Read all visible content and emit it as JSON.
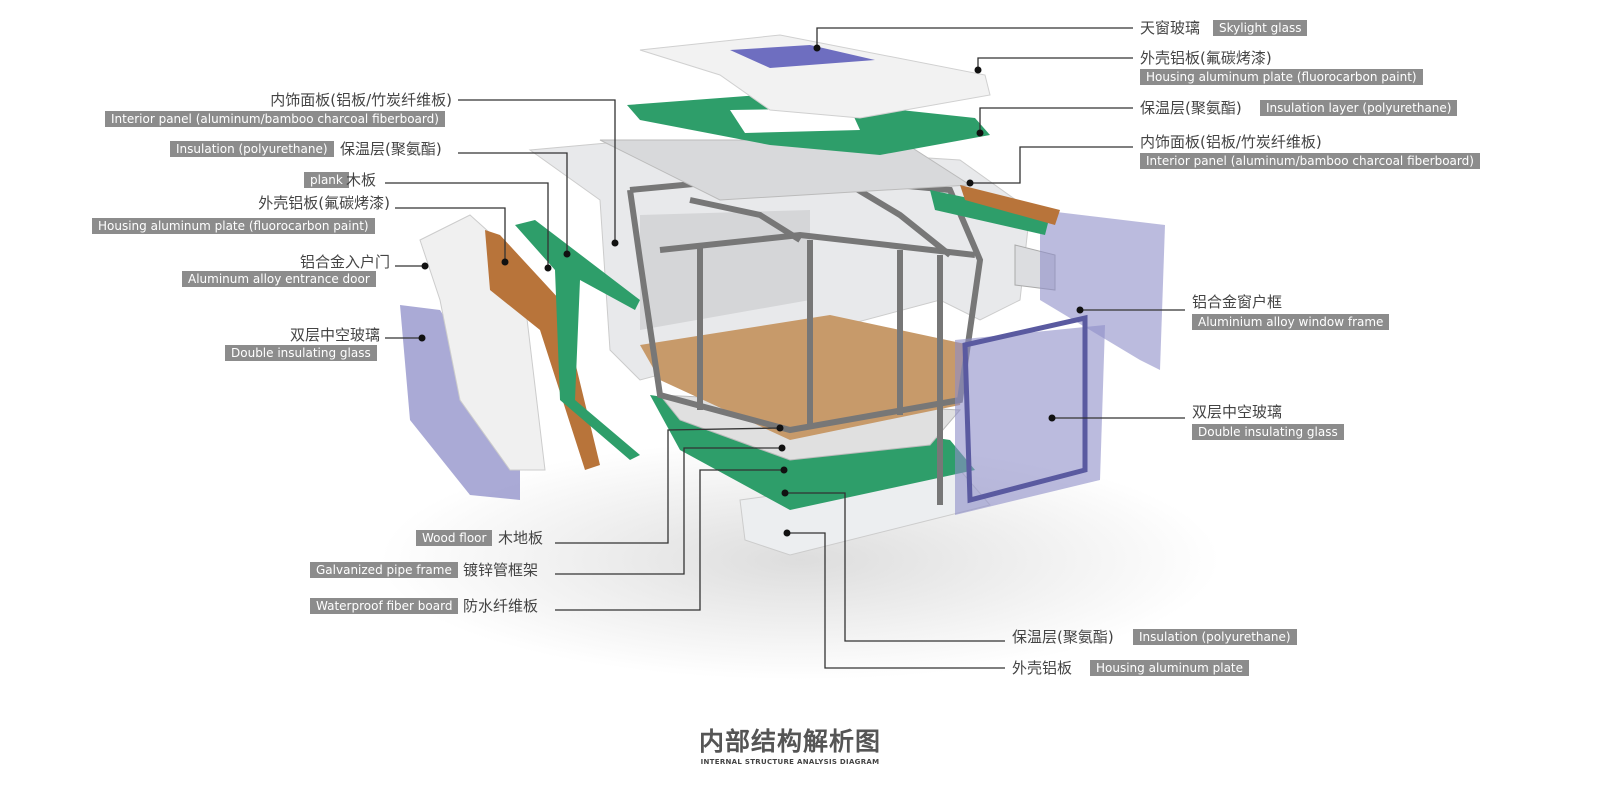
{
  "colors": {
    "tag": "#8c8c8c",
    "green": "#2e9e6a",
    "glass": "#8c8cc4",
    "wood": "#c79a6a",
    "orange": "#b8743a"
  },
  "right": [
    {
      "cn": "天窗玻璃",
      "en": "Skylight glass"
    },
    {
      "cn": "外壳铝板(氟碳烤漆)",
      "en": "Housing aluminum plate (fluorocarbon paint)"
    },
    {
      "cn": "保温层(聚氨酯)",
      "en": "Insulation layer (polyurethane)"
    },
    {
      "cn": "内饰面板(铝板/竹炭纤维板)",
      "en": "Interior panel (aluminum/bamboo charcoal fiberboard)"
    },
    {
      "cn": "铝合金窗户框",
      "en": "Aluminium alloy window frame"
    },
    {
      "cn": "双层中空玻璃",
      "en": "Double insulating glass"
    },
    {
      "cn": "保温层(聚氨酯)",
      "en": "Insulation (polyurethane)"
    },
    {
      "cn": "外壳铝板",
      "en": "Housing aluminum plate"
    }
  ],
  "left": [
    {
      "cn": "内饰面板(铝板/竹炭纤维板)",
      "en": "Interior panel (aluminum/bamboo charcoal fiberboard)"
    },
    {
      "cn": "保温层(聚氨酯)",
      "en": "Insulation (polyurethane)"
    },
    {
      "cn": "木板",
      "en": "plank"
    },
    {
      "cn": "外壳铝板(氟碳烤漆)",
      "en": "Housing aluminum plate (fluorocarbon paint)"
    },
    {
      "cn": "铝合金入户门",
      "en": "Aluminum alloy entrance door"
    },
    {
      "cn": "双层中空玻璃",
      "en": "Double insulating glass"
    },
    {
      "cn": "木地板",
      "en": "Wood floor"
    },
    {
      "cn": "镀锌管框架",
      "en": "Galvanized pipe frame"
    },
    {
      "cn": "防水纤维板",
      "en": "Waterproof fiber board"
    }
  ],
  "title": "内部结构解析图",
  "subtitle": "INTERNAL STRUCTURE ANALYSIS DIAGRAM"
}
